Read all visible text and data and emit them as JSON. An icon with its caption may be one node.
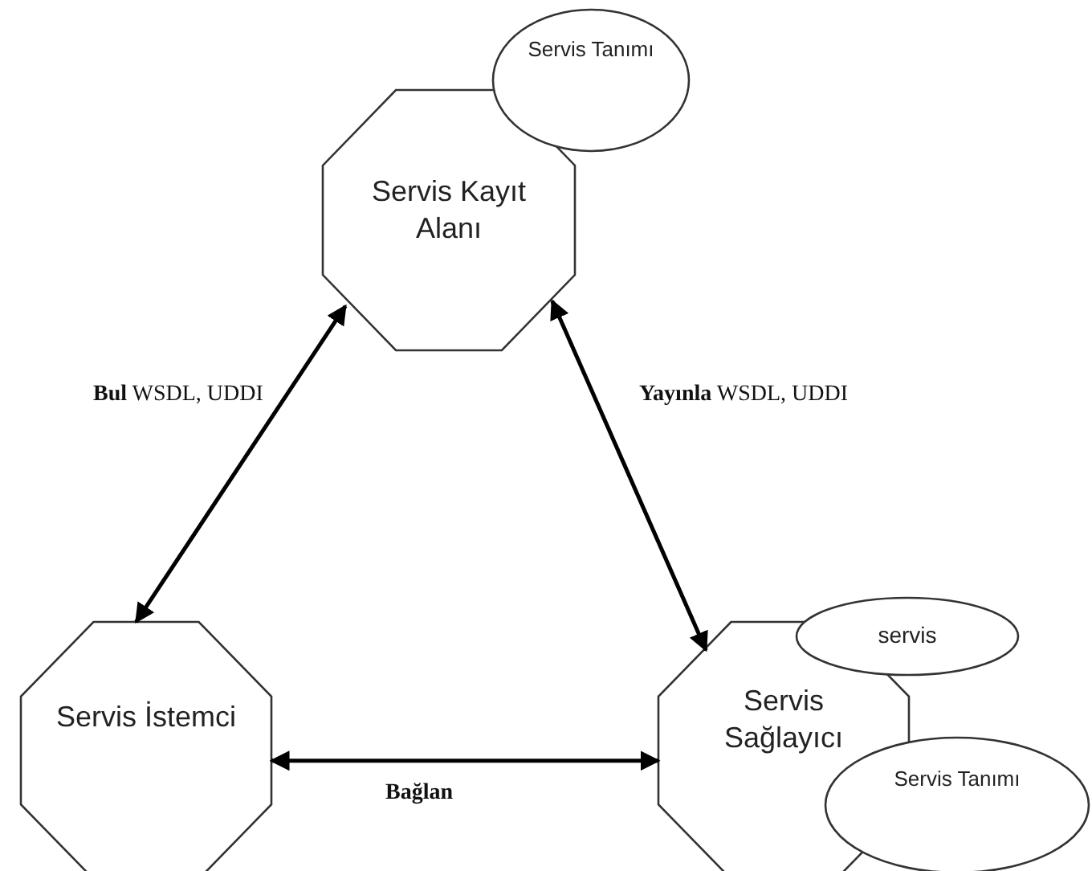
{
  "diagram": {
    "nodes": [
      {
        "text": [
          "Servis Kayıt Alanı"
        ]
      },
      {
        "text": [
          "Servis Tanımı"
        ]
      },
      {
        "text": [
          "Servis İstemci"
        ]
      },
      {
        "text": [
          "servis"
        ]
      },
      {
        "text": [
          "Servis Sağlayıcı"
        ]
      },
      {
        "text": [
          "Servis Tanımı"
        ]
      }
    ],
    "edges": [
      {
        "from": 0,
        "to": 2,
        "arrow": "both",
        "label": "**Bul** WSDL, UDDI"
      },
      {
        "from": 0,
        "to": 4,
        "arrow": "both",
        "label": "**Yayınla** WSDL, UDDI"
      },
      {
        "from": 2,
        "to": 4,
        "arrow": "both",
        "label": "**Bağlan**"
      }
    ]
  }
}
